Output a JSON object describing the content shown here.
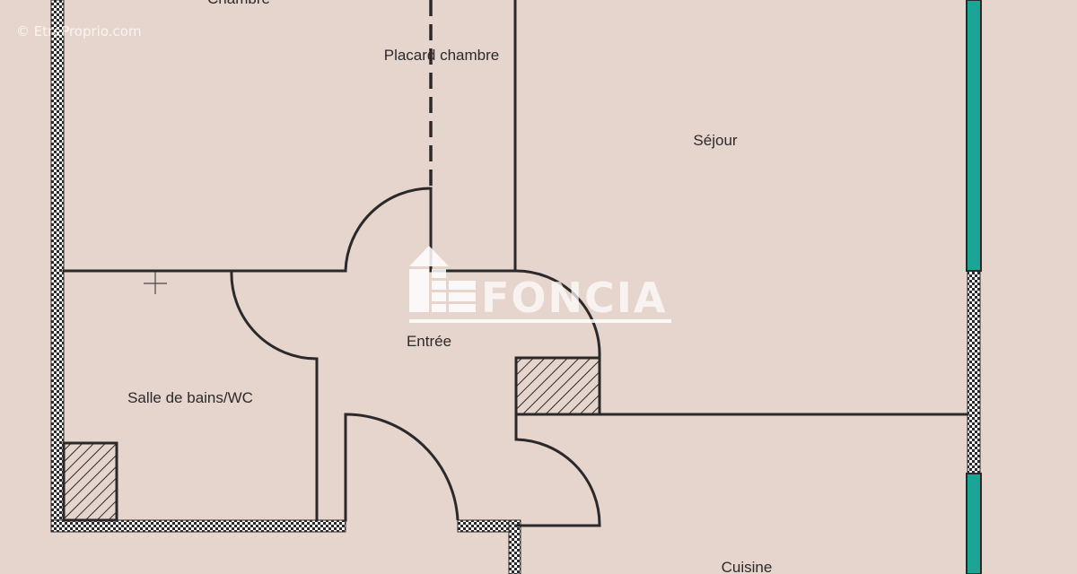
{
  "watermark": {
    "text": "© EtreProprio.com"
  },
  "brand": {
    "name": "FONCIA"
  },
  "rooms": {
    "chambre": "Chambre",
    "placard": "Placard chambre",
    "sejour": "Séjour",
    "entree": "Entrée",
    "sdb": "Salle de bains/WC",
    "cuisine": "Cuisine"
  },
  "colors": {
    "background": "#e6d5cd",
    "wall": "#2b2929",
    "window": "#1aa597",
    "brand": "#ffffff"
  }
}
